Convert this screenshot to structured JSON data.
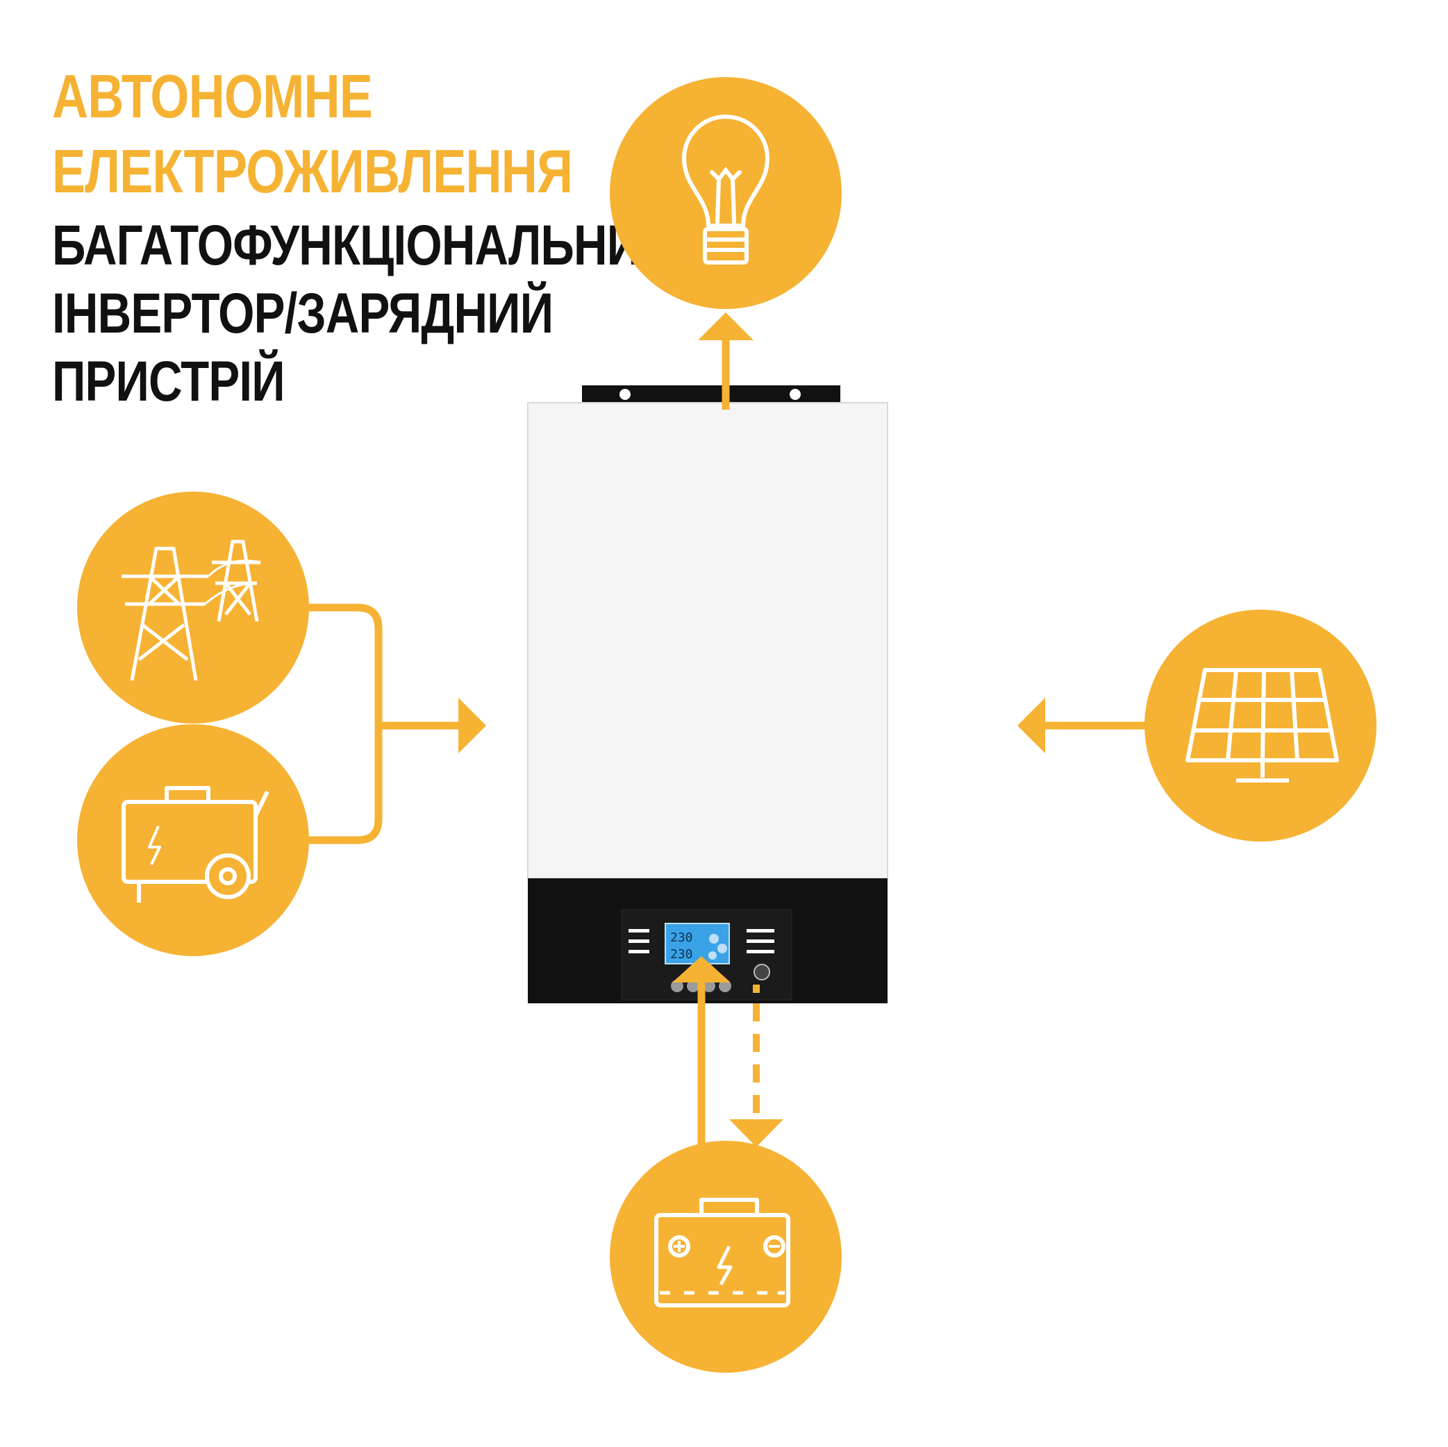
{
  "title": {
    "accent_lines": [
      "Автономне",
      "електроживлення"
    ],
    "main_lines": [
      "Багатофункціональний",
      "інвертор/зарядний",
      "пристрій"
    ]
  },
  "device": {
    "display_readings": [
      "230",
      "230"
    ]
  },
  "icons": {
    "top": "light-bulb-icon",
    "left_upper": "power-line-tower-icon",
    "left_lower": "generator-icon",
    "right": "solar-panel-icon",
    "bottom": "battery-icon"
  },
  "colors": {
    "accent": "#f6b233",
    "text": "#111111",
    "device_body": "#f5f5f5",
    "device_panel": "#111111",
    "lcd": "#3aa3e8"
  }
}
